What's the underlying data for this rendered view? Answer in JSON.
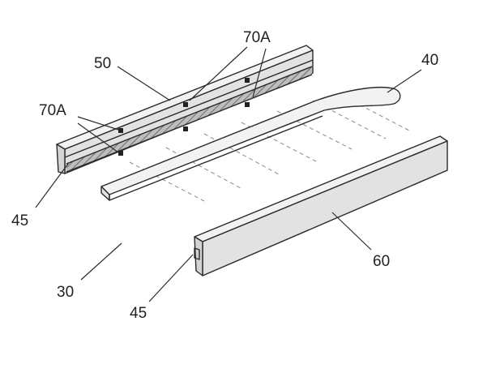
{
  "labels": {
    "ref_70a_top": "70A",
    "ref_50": "50",
    "ref_40": "40",
    "ref_70a_left": "70A",
    "ref_45_left": "45",
    "ref_30": "30",
    "ref_60": "60",
    "ref_45_bottom": "45"
  }
}
